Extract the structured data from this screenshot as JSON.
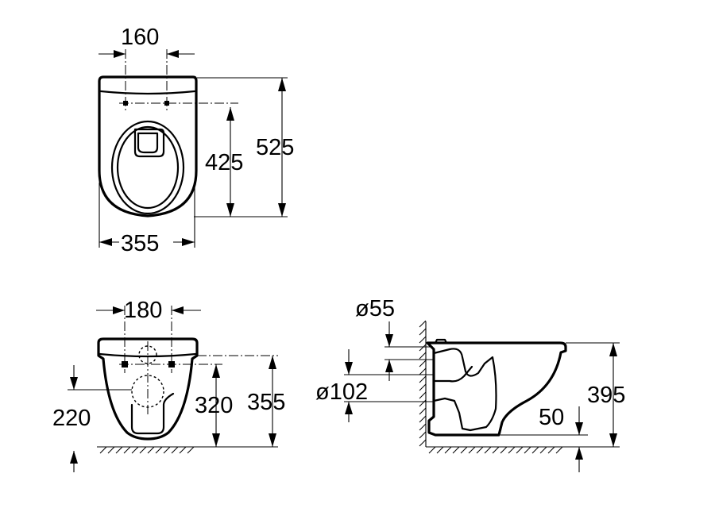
{
  "top_view": {
    "dim_bolt_spacing": "160",
    "dim_bolt_to_front": "425",
    "dim_length": "525",
    "dim_width": "355"
  },
  "front_view": {
    "dim_bolt_spacing": "180",
    "dim_lower_outlet_height": "220",
    "dim_bolt_height": "320",
    "dim_rim_height": "355"
  },
  "side_view": {
    "dim_inlet_diameter": "ø55",
    "dim_outlet_diameter": "ø102",
    "dim_overall_height": "395",
    "dim_base_clearance": "50"
  }
}
